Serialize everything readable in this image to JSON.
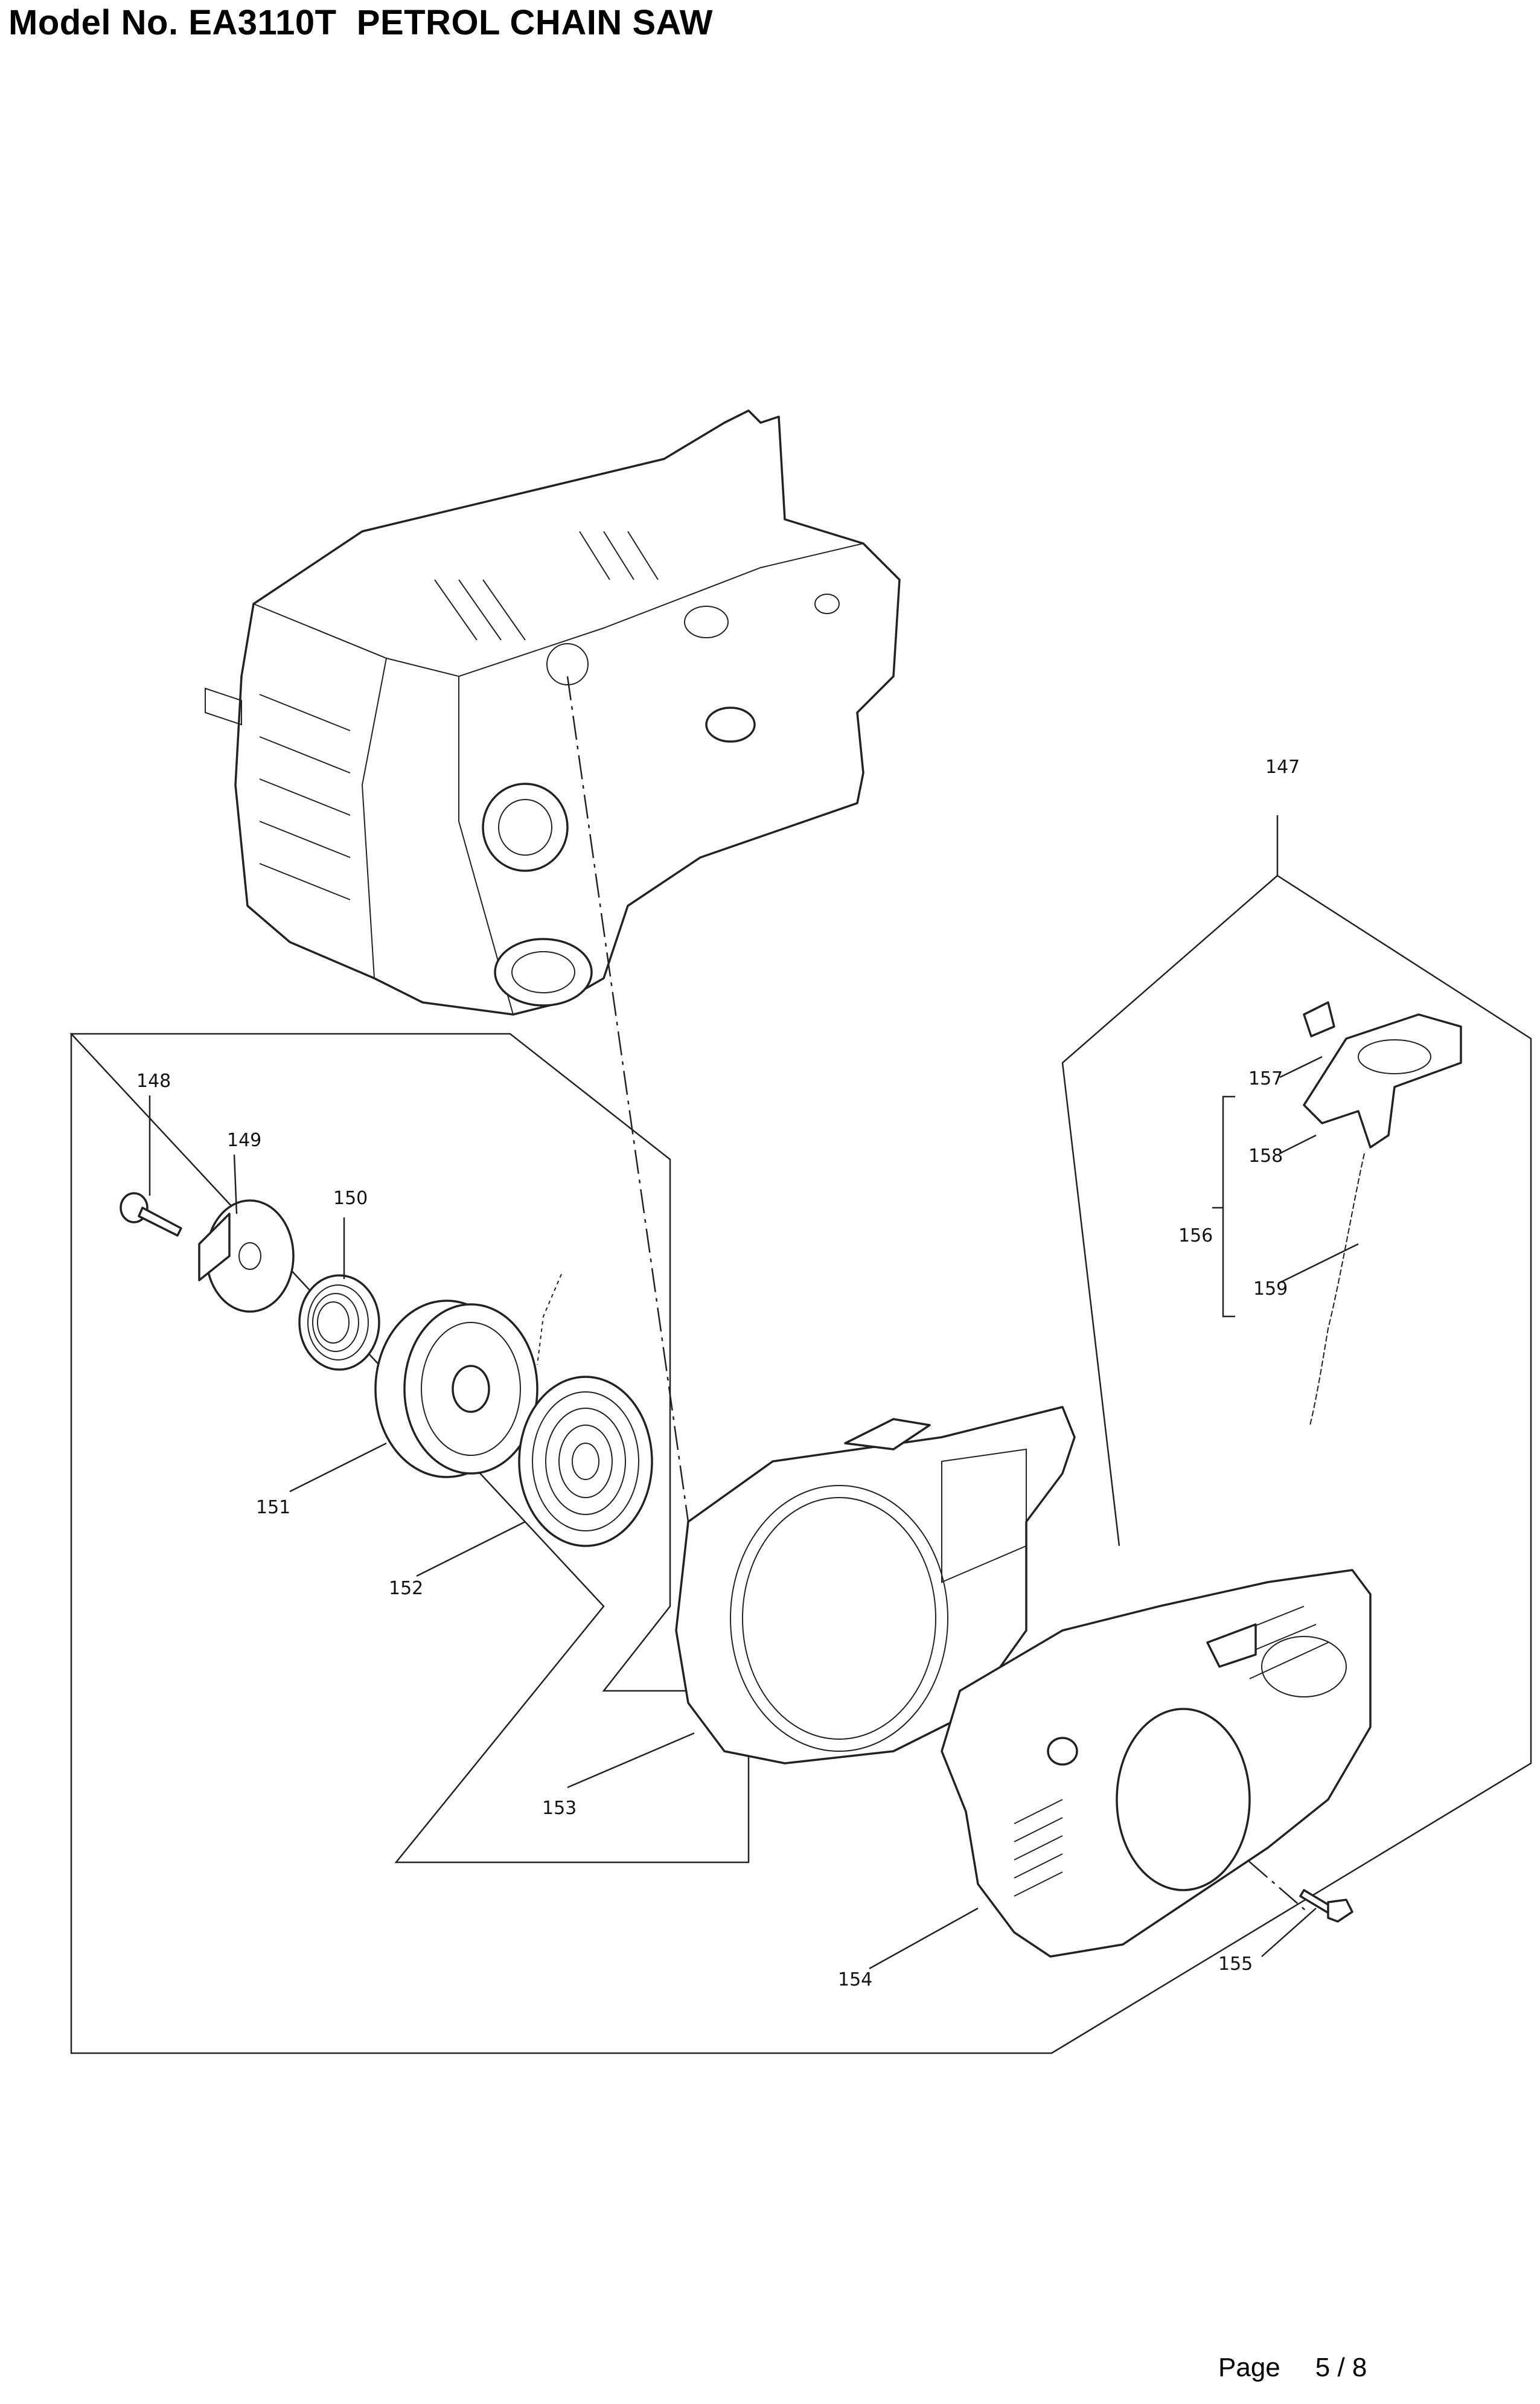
{
  "header": {
    "title": "Model No. EA3110T  PETROL CHAIN SAW"
  },
  "footer": {
    "page_label": "Page",
    "page_number": "5 / 8"
  },
  "labels": {
    "147": "147",
    "148": "148",
    "149": "149",
    "150": "150",
    "151": "151",
    "152": "152",
    "153": "153",
    "154": "154",
    "155": "155",
    "156": "156",
    "157": "157",
    "158": "158",
    "159": "159"
  }
}
